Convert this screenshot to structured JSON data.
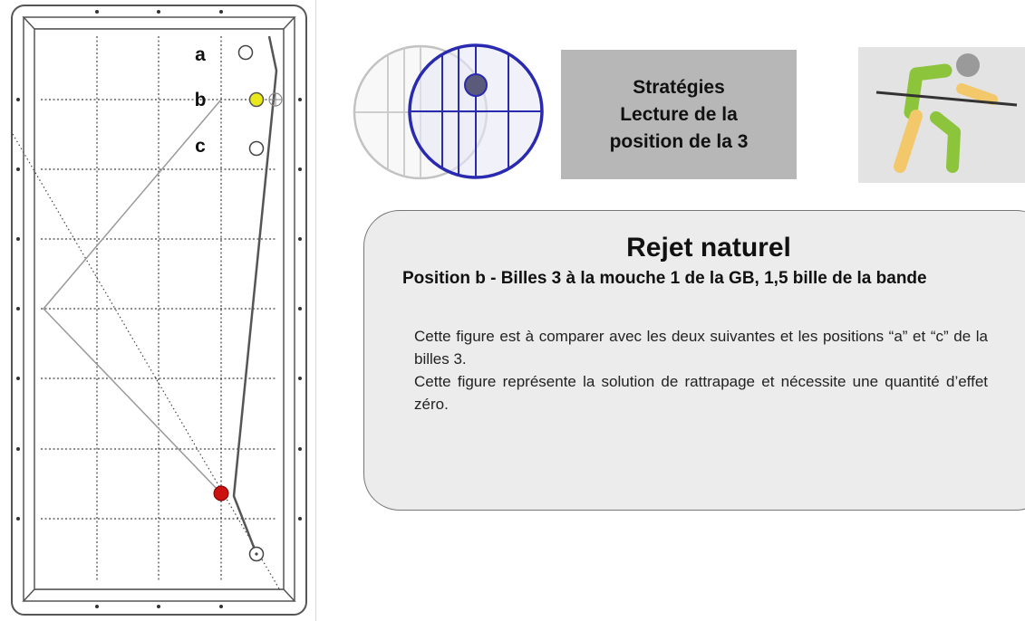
{
  "diagram": {
    "ball_labels": {
      "a": "a",
      "b": "b",
      "c": "c"
    },
    "colors": {
      "yellow_ball": "#e8e81c",
      "red_ball": "#cc1010",
      "cushion": "#555555"
    }
  },
  "title_box": {
    "line1": "Stratégies",
    "line2": "Lecture de la",
    "line3": "position de la 3"
  },
  "card": {
    "title": "Rejet naturel",
    "subtitle": "Position b - Billes 3  à la mouche 1 de la GB, 1,5 bille de la bande",
    "paragraph1": "Cette figure est à comparer avec les deux suivantes et les positions “a” et “c” de la billes 3.",
    "paragraph2": "Cette figure représente la solution de rattrapage et nécessite une quantité d’effet zéro."
  },
  "icons": {
    "aim_indicator": "ball-aim-overlap-icon",
    "player": "billiard-player-icon"
  }
}
